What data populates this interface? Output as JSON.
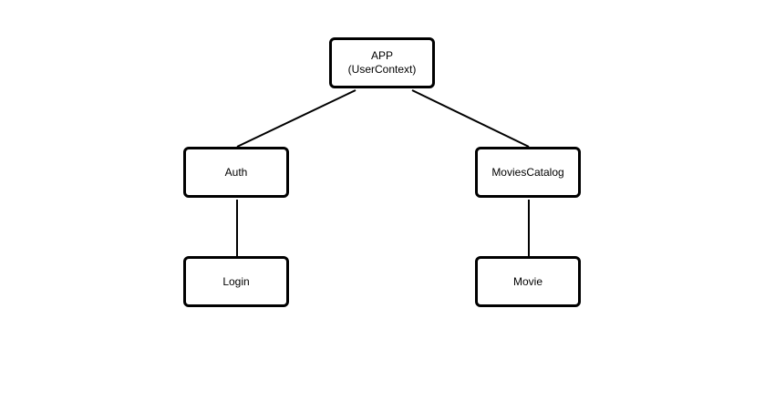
{
  "nodes": {
    "app": {
      "line1": "APP",
      "line2": "(UserContext)"
    },
    "auth": {
      "label": "Auth"
    },
    "movies_catalog": {
      "label": "MoviesCatalog"
    },
    "login": {
      "label": "Login"
    },
    "movie": {
      "label": "Movie"
    }
  },
  "edges": [
    {
      "from": "APP",
      "to": "Auth"
    },
    {
      "from": "APP",
      "to": "MoviesCatalog"
    },
    {
      "from": "Auth",
      "to": "Login"
    },
    {
      "from": "MoviesCatalog",
      "to": "Movie"
    }
  ],
  "colors": {
    "stroke": "#000000",
    "background": "#ffffff"
  }
}
